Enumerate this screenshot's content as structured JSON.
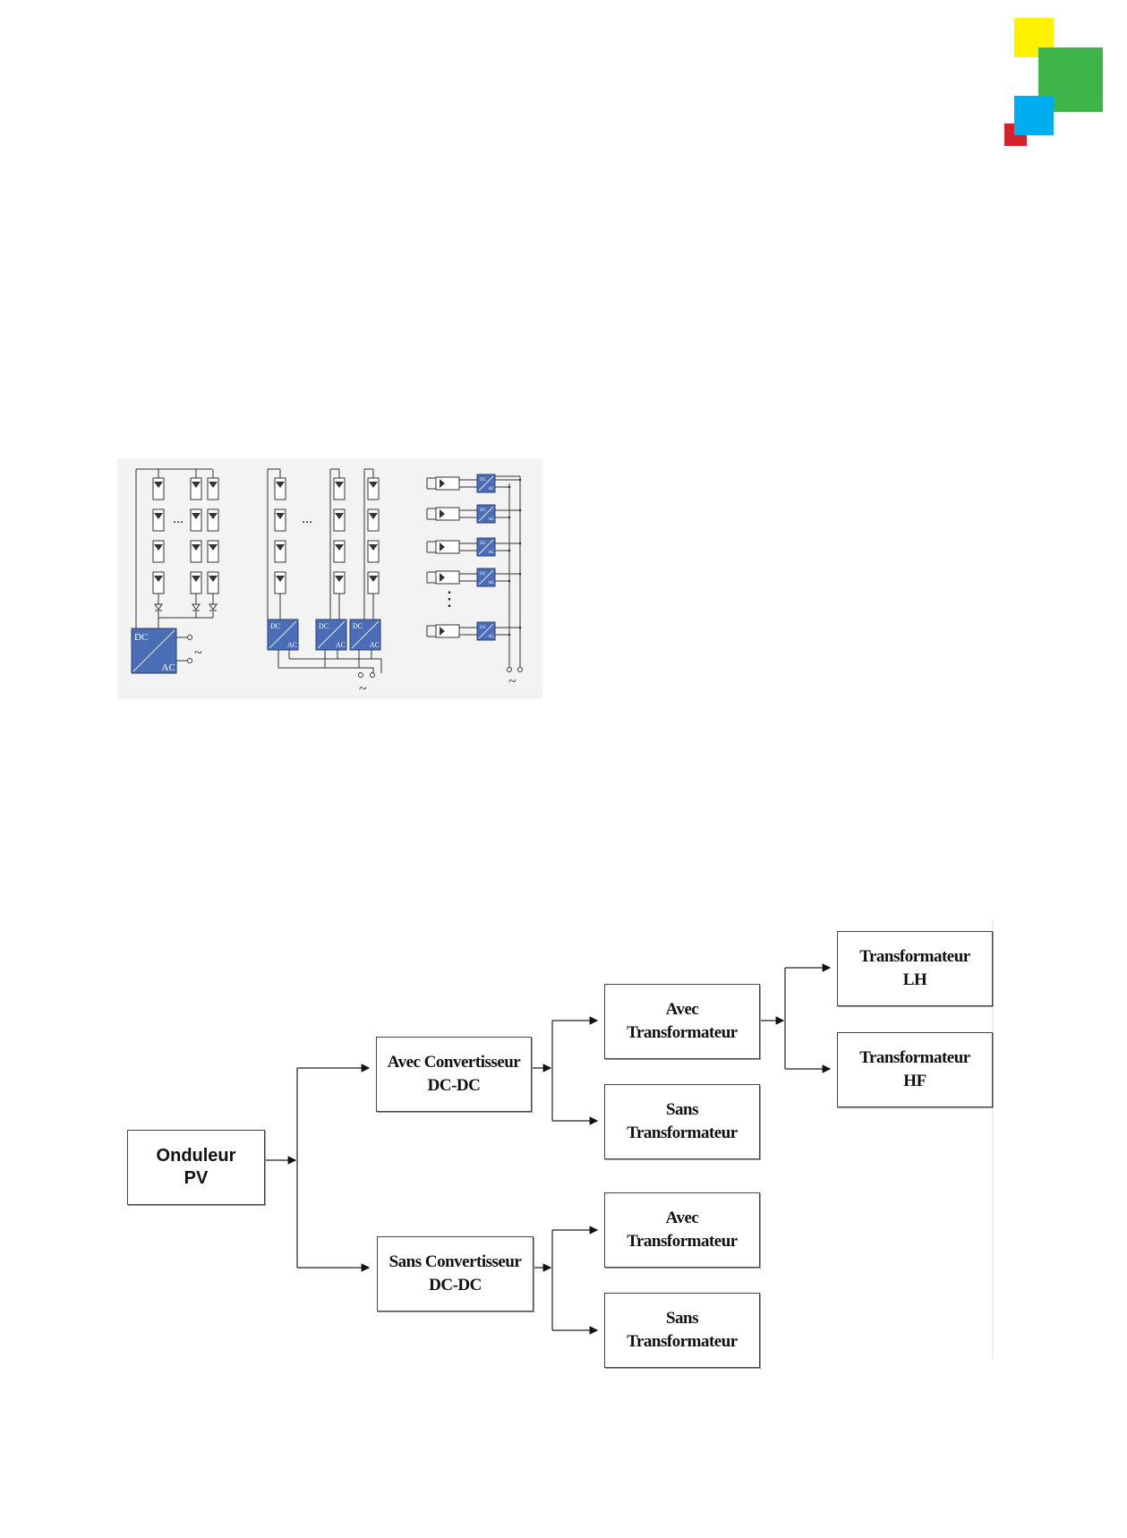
{
  "logo": {
    "colors": {
      "yellow": "#fff200",
      "green": "#3db54a",
      "blue": "#00aeef",
      "red": "#d2232a"
    }
  },
  "pv_configurations": {
    "inverter_top": "DC",
    "inverter_bottom": "AC",
    "ellipsis": "...",
    "ac_symbol": "~",
    "module_color": "#4a6db5"
  },
  "classification": {
    "root": {
      "line1": "Onduleur",
      "line2": "PV"
    },
    "with_dcdc": {
      "line1": "Avec Convertisseur",
      "line2": "DC-DC"
    },
    "without_dcdc": {
      "line1": "Sans Convertisseur",
      "line2": "DC-DC"
    },
    "with_dcdc_with_tr": {
      "line1": "Avec",
      "line2": "Transformateur"
    },
    "with_dcdc_without_tr": {
      "line1": "Sans",
      "line2": "Transformateur"
    },
    "without_dcdc_with_tr": {
      "line1": "Avec",
      "line2": "Transformateur"
    },
    "without_dcdc_without_tr": {
      "line1": "Sans",
      "line2": "Transformateur"
    },
    "tr_lf": {
      "line1": "Transformateur",
      "line2": "LH"
    },
    "tr_hf": {
      "line1": "Transformateur",
      "line2": "HF"
    }
  }
}
